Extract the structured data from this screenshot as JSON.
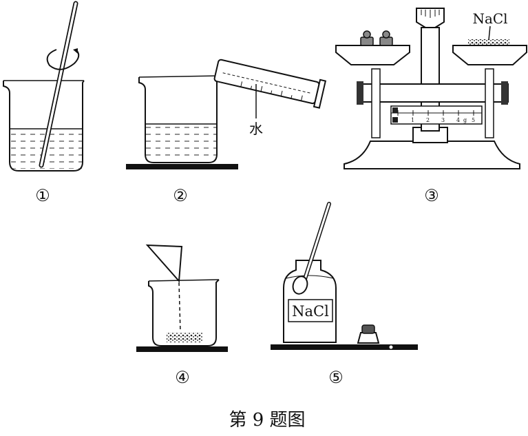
{
  "panels": [
    {
      "id": "stir",
      "label": "①"
    },
    {
      "id": "pour-water",
      "label": "②",
      "annotation": "水"
    },
    {
      "id": "weigh",
      "label": "③",
      "annotation": "NaCl",
      "scale_ticks": [
        "0",
        "1",
        "2",
        "3",
        "4",
        "5"
      ],
      "scale_unit": "g"
    },
    {
      "id": "add-solid",
      "label": "④"
    },
    {
      "id": "reagent-bottle",
      "label": "⑤",
      "bottle_label": "NaCl"
    }
  ],
  "caption": "第 9 题图"
}
